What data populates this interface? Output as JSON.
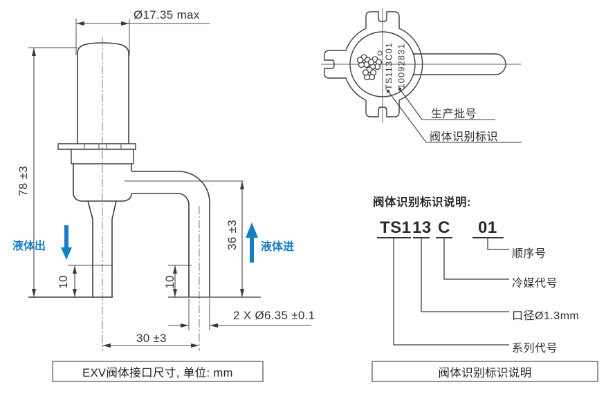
{
  "colors": {
    "line": "#3a3a3a",
    "accent_blue": "#157fc4"
  },
  "side_view": {
    "caption": "EXV阀体接口尺寸, 单位: mm",
    "dim_diameter": "Ø17.35 max",
    "dim_height": "78 ±3",
    "dim_inlet_rise": "36 ±3",
    "dim_out_insert": "10",
    "dim_in_insert": "10",
    "dim_tube_span": "30 ±3",
    "dim_tube_diameter": "2 X Ø6.35 ±0.1",
    "label_liquid_out": "液体出",
    "label_liquid_in": "液体进"
  },
  "top_view": {
    "marking_code": "TS113C01",
    "marking_batch": "10092831",
    "callout_batch": "生产批号",
    "callout_id_mark": "阀体识别标识"
  },
  "id_legend": {
    "heading": "阀体识别标识说明:",
    "segments": [
      "TS1",
      "13",
      "C",
      "01"
    ],
    "labels": [
      "顺序号",
      "冷媒代号",
      "口径Ø1.3mm",
      "系列代号"
    ],
    "caption": "阀体识别标识说明"
  }
}
